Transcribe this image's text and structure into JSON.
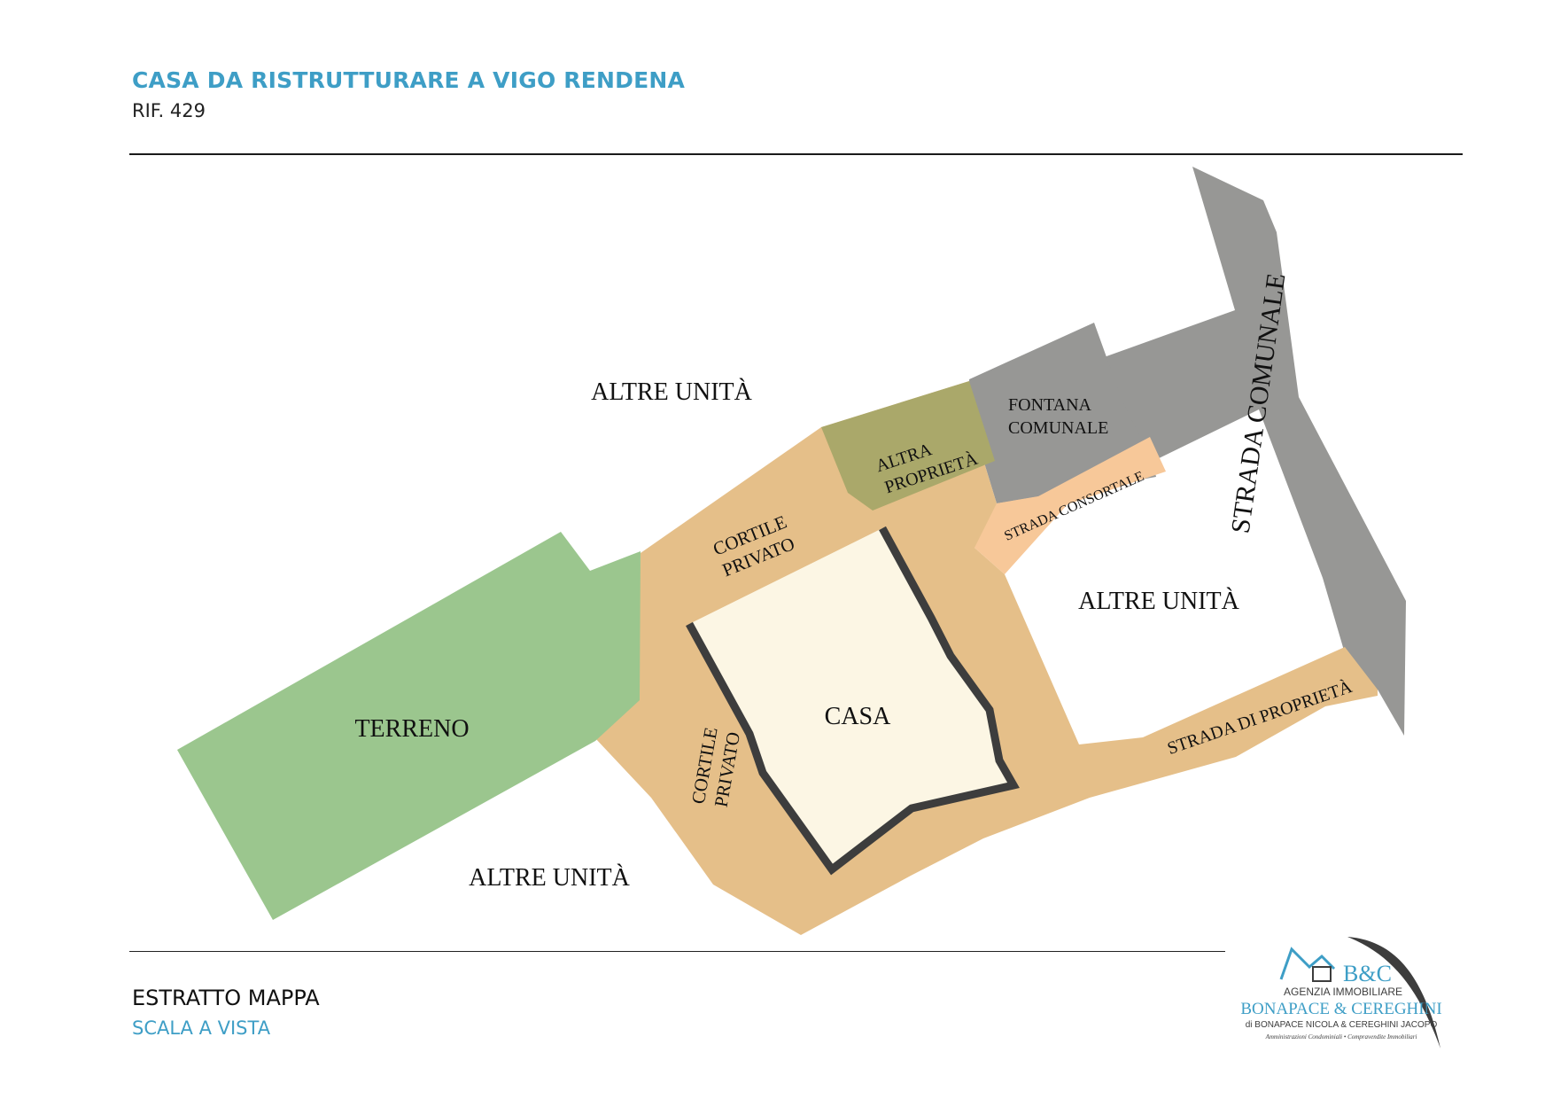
{
  "header": {
    "title": "CASA DA RISTRUTTURARE A VIGO RENDENA",
    "reference": "RIF. 429"
  },
  "map": {
    "labels": {
      "altre_unita_top": "ALTRE UNITÀ",
      "altre_unita_right": "ALTRE UNITÀ",
      "altre_unita_bottom": "ALTRE UNITÀ",
      "terreno": "TERRENO",
      "casa": "CASA",
      "cortile_privato_top_line1": "CORTILE",
      "cortile_privato_top_line2": "PRIVATO",
      "cortile_privato_left_line1": "CORTILE",
      "cortile_privato_left_line2": "PRIVATO",
      "altra_proprieta_line1": "ALTRA",
      "altra_proprieta_line2": "PROPRIETÀ",
      "fontana_line1": "FONTANA",
      "fontana_line2": "COMUNALE",
      "strada_consortale": "STRADA CONSORTALE",
      "strada_comunale": "STRADA COMUNALE",
      "strada_di_proprieta": "STRADA DI PROPRIETÀ"
    },
    "colors": {
      "terreno": "#9bc68e",
      "cortile": "#e5bf89",
      "casa_fill": "#fcf6e4",
      "casa_outline": "#3d3d3d",
      "altra_proprieta": "#aaa86a",
      "strada_comunale": "#979795",
      "strada_consortale": "#f7c899"
    }
  },
  "footer": {
    "title": "ESTRATTO MAPPA",
    "scale": "SCALA A VISTA"
  },
  "logo": {
    "mark": "B&C",
    "line1": "AGENZIA IMMOBILIARE",
    "line2": "BONAPACE & CEREGHINI",
    "line3": "di BONAPACE NICOLA & CEREGHINI JACOPO",
    "line4": "Amministrazioni Condominiali • Compravendite Immobiliari"
  }
}
